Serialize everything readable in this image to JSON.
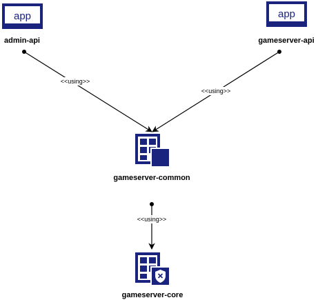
{
  "colors": {
    "icon": "#1a237e",
    "line": "#000000",
    "text": "#000000",
    "background": "#ffffff"
  },
  "nodes": {
    "admin_api": {
      "label": "admin-api",
      "icon": "app-window-icon",
      "icon_text": "app"
    },
    "gameserver_api": {
      "label": "gameserver-api",
      "icon": "app-window-icon",
      "icon_text": "app"
    },
    "gameserver_common": {
      "label": "gameserver-common",
      "icon": "module-grid-icon"
    },
    "gameserver_core": {
      "label": "gameserver-core",
      "icon": "module-grid-shield-icon"
    }
  },
  "edges": [
    {
      "from": "admin-api",
      "to": "gameserver-common",
      "label": "<<using>>"
    },
    {
      "from": "gameserver-api",
      "to": "gameserver-common",
      "label": "<<using>>"
    },
    {
      "from": "gameserver-common",
      "to": "gameserver-core",
      "label": "<<using>>"
    }
  ]
}
